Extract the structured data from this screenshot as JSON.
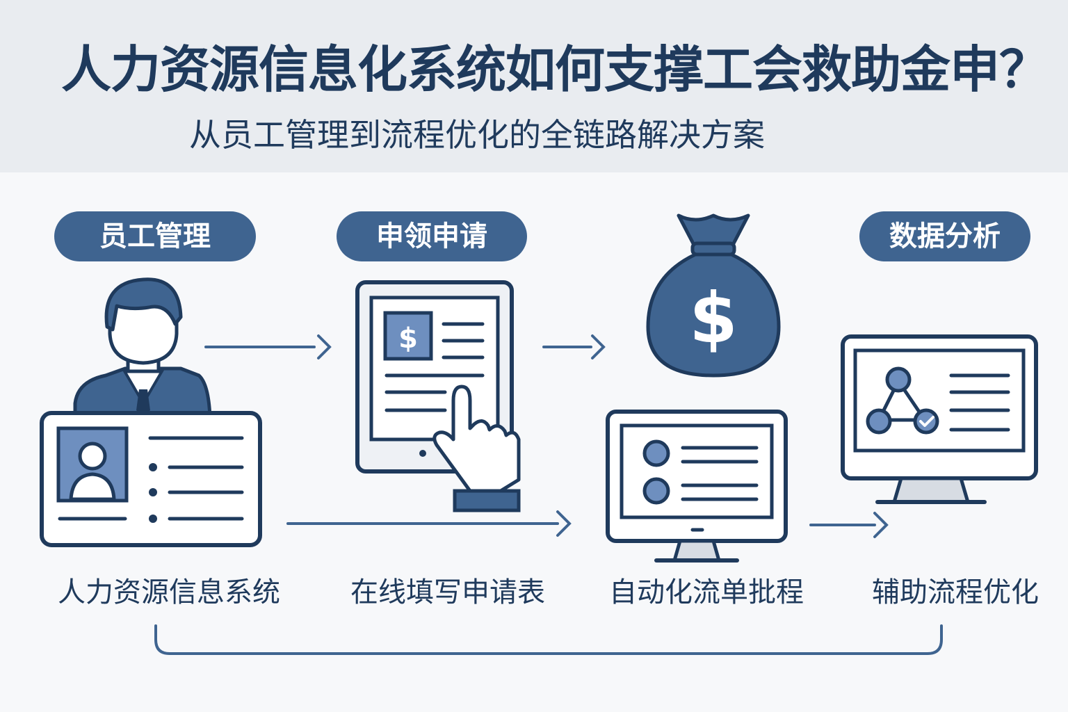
{
  "title": "人力资源信息化系统如何支撑工会救助金申？",
  "subtitle": "从员工管理到流程优化的全链路解决方案",
  "stages": [
    {
      "label": "员工管理"
    },
    {
      "label": "申领申请"
    },
    {
      "label": "数据分析"
    }
  ],
  "captions": [
    "人力资源信息系统",
    "在线填写申请表",
    "自动化流单批程",
    "辅助流程优化"
  ],
  "icons": {
    "employee": "employee-icon",
    "id_card": "id-card-icon",
    "form": "application-form-icon",
    "hand": "pointing-hand-icon",
    "money_bag": "money-bag-icon",
    "monitor_list": "monitor-list-icon",
    "monitor_chart": "monitor-network-chart-icon"
  },
  "colors": {
    "primary": "#1f3a5c",
    "accent": "#3f6490",
    "accent_light": "#6e8fbf",
    "header_bg": "#e9ecf0",
    "screen_bg": "#eef1f5"
  }
}
